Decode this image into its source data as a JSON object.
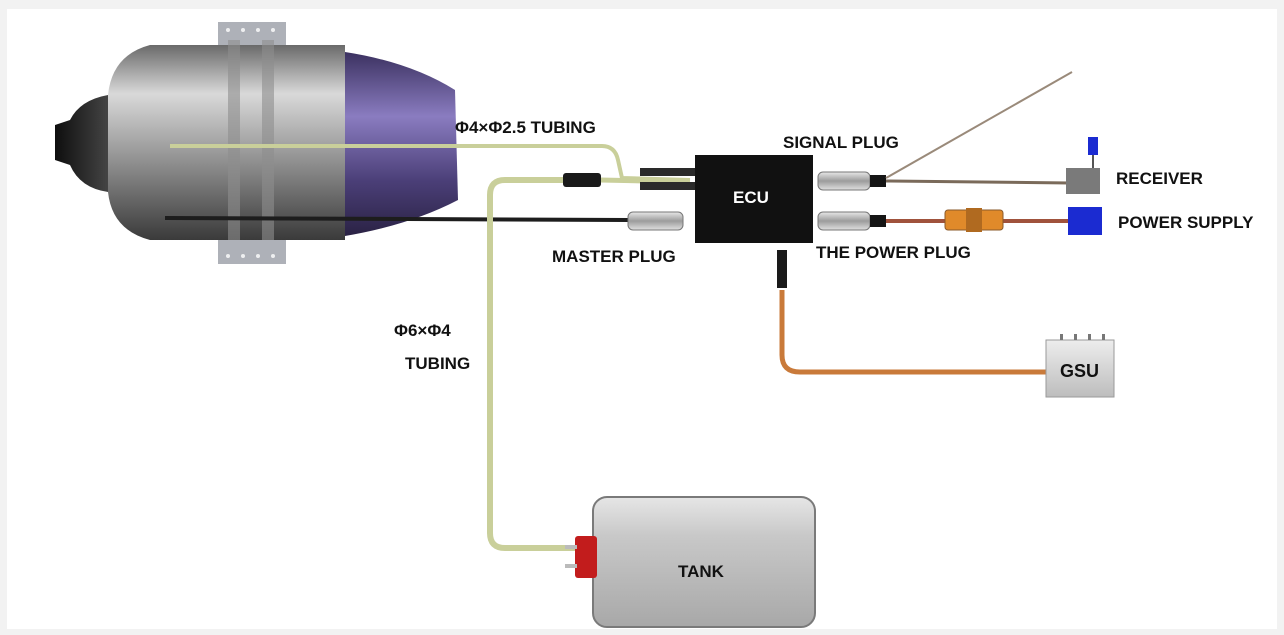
{
  "labels": {
    "tubing_small": "Φ4×Φ2.5  TUBING",
    "signal_plug": "SIGNAL PLUG",
    "receiver": "RECEIVER",
    "power_supply": "POWER SUPPLY",
    "master_plug": "MASTER PLUG",
    "power_plug": "THE POWER PLUG",
    "tubing_large_spec": "Φ6×Φ4",
    "tubing_large": "TUBING"
  },
  "boxes": {
    "ecu": "ECU",
    "gsu": "GSU",
    "tank": "TANK"
  },
  "colors": {
    "background": "#f2f2f2",
    "panel": "#ffffff",
    "fuel_tube": "#c9cf9a",
    "ecu": "#111111",
    "gsu_cable": "#c97a3a",
    "power_wire": "#a0523c",
    "power_supply": "#1b2bd1",
    "tank": "#c4c4c4",
    "tank_fitting": "#c21c1c",
    "engine_exhaust": "#5d4f8c"
  }
}
